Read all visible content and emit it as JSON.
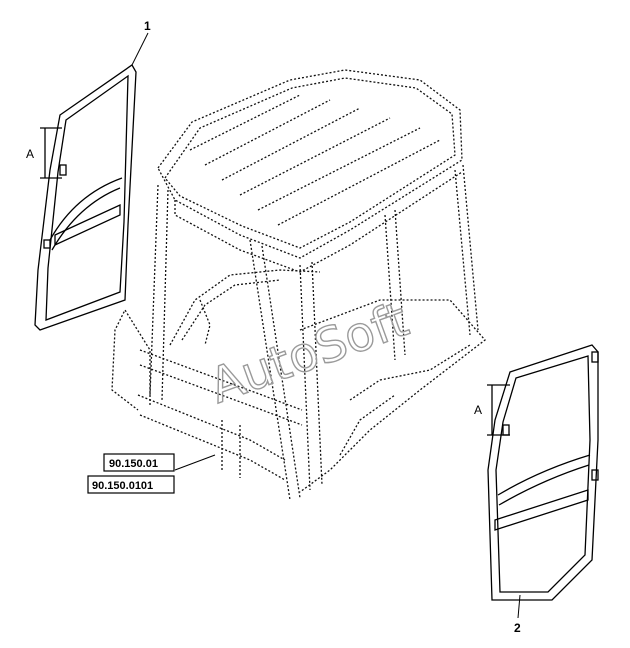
{
  "callouts": {
    "part1": "1",
    "part2": "2",
    "dim_left": "A",
    "dim_right": "A"
  },
  "references": {
    "ref_a": "90.150.01",
    "ref_b": "90.150.0101"
  },
  "watermark": "AutoSoft"
}
